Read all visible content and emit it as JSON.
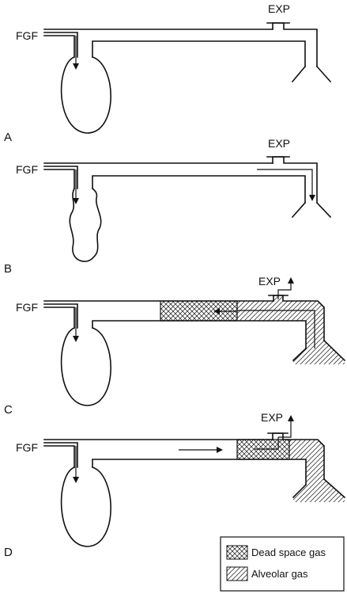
{
  "labels": {
    "fgf": "FGF",
    "exp": "EXP"
  },
  "panels": [
    {
      "letter": "A"
    },
    {
      "letter": "B"
    },
    {
      "letter": "C"
    },
    {
      "letter": "D"
    }
  ],
  "legend": {
    "dead_space": "Dead space gas",
    "alveolar": "Alveolar gas"
  }
}
